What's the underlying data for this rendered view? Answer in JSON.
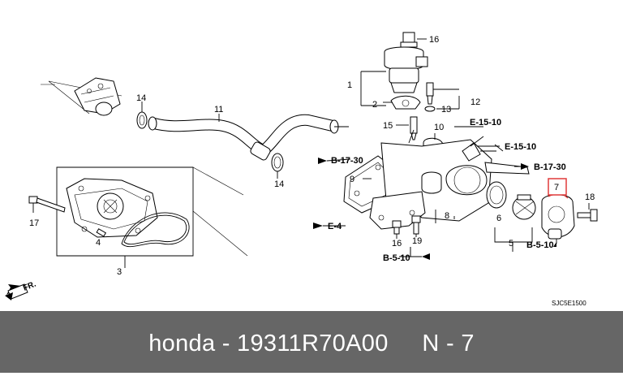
{
  "diagram": {
    "part_numbers": {
      "p1": "1",
      "p2": "2",
      "p3": "3",
      "p4": "4",
      "p5": "5",
      "p6": "6",
      "p7": "7",
      "p8": "8",
      "p9": "9",
      "p10": "10",
      "p11": "11",
      "p12": "12",
      "p13": "13",
      "p14a": "14",
      "p14b": "14",
      "p15": "15",
      "p16a": "16",
      "p16b": "16",
      "p17": "17",
      "p18": "18",
      "p19": "19"
    },
    "references": {
      "e15_10_a": "E-15-10",
      "e15_10_b": "E-15-10",
      "b17_30_a": "B-17-30",
      "b17_30_b": "B-17-30",
      "e4": "E-4",
      "b5_10_a": "B-5-10",
      "b5_10_b": "B-5-10"
    },
    "direction_label": "FR.",
    "diagram_code": "SJC5E1500",
    "highlight_color": "#e03a3a"
  },
  "footer": {
    "text": "honda - 19311R70A00     N - 7"
  }
}
